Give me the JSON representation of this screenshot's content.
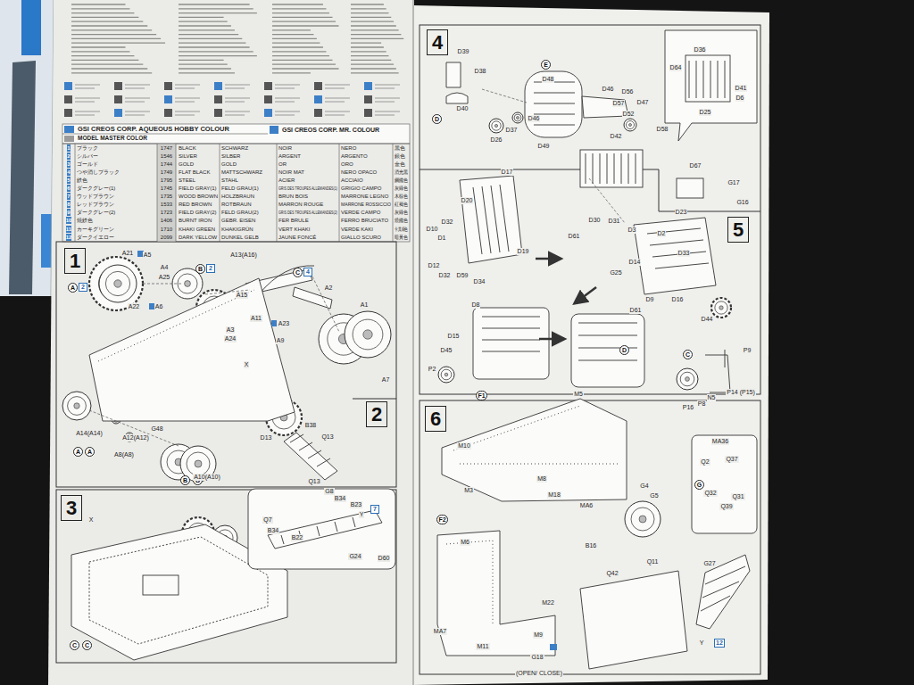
{
  "diagram": {
    "nodes": [
      {
        "text": [
          "1"
        ]
      },
      {
        "text": [
          "A"
        ]
      },
      {
        "text": [
          "2"
        ]
      },
      {
        "text": [
          "B"
        ]
      },
      {
        "text": [
          "2"
        ]
      },
      {
        "text": [
          "C"
        ]
      },
      {
        "text": [
          "4"
        ]
      },
      {
        "text": [
          "2"
        ]
      },
      {
        "text": [
          "A"
        ]
      },
      {
        "text": [
          "A"
        ]
      },
      {
        "text": [
          "B"
        ]
      },
      {
        "text": [
          "B"
        ]
      },
      {
        "text": [
          "3"
        ]
      },
      {
        "text": [
          "7"
        ]
      },
      {
        "text": [
          "C"
        ]
      },
      {
        "text": [
          "C"
        ]
      },
      {
        "text": [
          "4"
        ]
      },
      {
        "text": [
          "D"
        ]
      },
      {
        "text": [
          "E"
        ]
      },
      {
        "text": [
          "5"
        ]
      },
      {
        "text": [
          "D"
        ]
      },
      {
        "text": [
          "C"
        ]
      },
      {
        "text": [
          "6"
        ]
      },
      {
        "text": [
          "F1"
        ]
      },
      {
        "text": [
          "F2"
        ]
      },
      {
        "text": [
          "G"
        ]
      },
      {
        "text": [
          "12"
        ]
      }
    ],
    "labels": [
      "GSI CREOS CORP. AQUEOUS HOBBY COLOUR",
      "GSI CREOS CORP. MR. COLOUR",
      "MODEL MASTER COLOR",
      "1",
      "ブラック",
      "1747",
      "BLACK",
      "SCHWARZ",
      "NOIR",
      "NERO",
      "黑色",
      "2",
      "シルバー",
      "1546",
      "SILVER",
      "SILBER",
      "ARGENT",
      "ARGENTO",
      "銀色",
      "3",
      "ゴールド",
      "1744",
      "GOLD",
      "GOLD",
      "OR",
      "ORO",
      "金色",
      "4",
      "つや消しブラック",
      "1749",
      "FLAT BLACK",
      "MATTSCHWARZ",
      "NOIR MAT",
      "NERO OPACO",
      "消光黑",
      "5",
      "鉄色",
      "1795",
      "STEEL",
      "STAHL",
      "ACIER",
      "ACCIAIO",
      "鋼鐵色",
      "6",
      "ダークグレー(1)",
      "1745",
      "FIELD GRAY(1)",
      "FELD GRAU(1)",
      "GRIS DES TROUPES ALLEMANDES(1)",
      "GRIGIO CAMPO",
      "灰綠色",
      "7",
      "ウッドブラウン",
      "1735",
      "WOOD BROWN",
      "HOLZBRAUN",
      "BRUN BOIS",
      "MARRONE LEGNO",
      "木棕色",
      "8",
      "レッドブラウン",
      "1533",
      "RED BROWN",
      "ROTBRAUN",
      "MARRON ROUGE",
      "MARRONE ROSSICCIO",
      "紅褐色",
      "9",
      "ダークグレー(2)",
      "1723",
      "FIELD GRAY(2)",
      "FELD GRAU(2)",
      "GRIS DES TROUPES ALLEMANDES(2)",
      "VERDE CAMPO",
      "灰綠色",
      "10",
      "焼鉄色",
      "1406",
      "BURNT IRON",
      "GEBR. EISEN",
      "FER BRULE",
      "FERRO BRUCIATO",
      "燒鐵色",
      "11",
      "カーキグリーン",
      "1710",
      "KHAKI GREEN",
      "KHAKIGRÜN",
      "VERT KHAKI",
      "VERDE KAKI",
      "卡其綠色",
      "12",
      "ダークイエロー",
      "2099",
      "DARK YELLOW",
      "DUNKEL GELB",
      "JAUNE FONCÉ",
      "GIALLO SCURO",
      "暗黃色",
      "A21",
      "A5",
      "A4",
      "A25",
      "A22",
      "A6",
      "A13(A16)",
      "A15",
      "A3",
      "A24",
      "A23",
      "A9",
      "A2",
      "A1",
      "A11",
      "A7",
      "X",
      "A14(A14)",
      "G48",
      "A12(A12)",
      "A8(A8)",
      "A10(A10)",
      "D13",
      "B38",
      "Q13",
      "X",
      "Q13",
      "G8",
      "B34",
      "B23",
      "Y",
      "Q7",
      "B34",
      "B22",
      "G24",
      "D60",
      "D39",
      "D38",
      "D40",
      "D26",
      "D48",
      "D46",
      "D56",
      "D37",
      "D57",
      "D46",
      "D47",
      "D52",
      "D49",
      "D42",
      "D58",
      "D36",
      "D64",
      "D41",
      "D6",
      "D25",
      "D67",
      "G17",
      "G16",
      "D17",
      "D20",
      "D32",
      "D10",
      "D1",
      "D12",
      "D32",
      "D59",
      "D34",
      "D19",
      "D30",
      "D61",
      "D31",
      "D3",
      "D2",
      "D23",
      "D14",
      "G25",
      "D33",
      "D61",
      "D9",
      "D16",
      "D44",
      "D8",
      "D15",
      "D45",
      "P2",
      "P9",
      "N5",
      "P8",
      "P16",
      "P14 (P15)",
      "M5",
      "M10",
      "M3",
      "M8",
      "M18",
      "MA6",
      "M6",
      "MA7",
      "M11",
      "M22",
      "M9",
      "G4",
      "G5",
      "B16",
      "Q42",
      "Q11",
      "G27",
      "Y",
      "G18",
      "(OPEN/ CLOSE)",
      "MA36",
      "Q2",
      "Q37",
      "Q32",
      "Q31",
      "Q39"
    ]
  }
}
